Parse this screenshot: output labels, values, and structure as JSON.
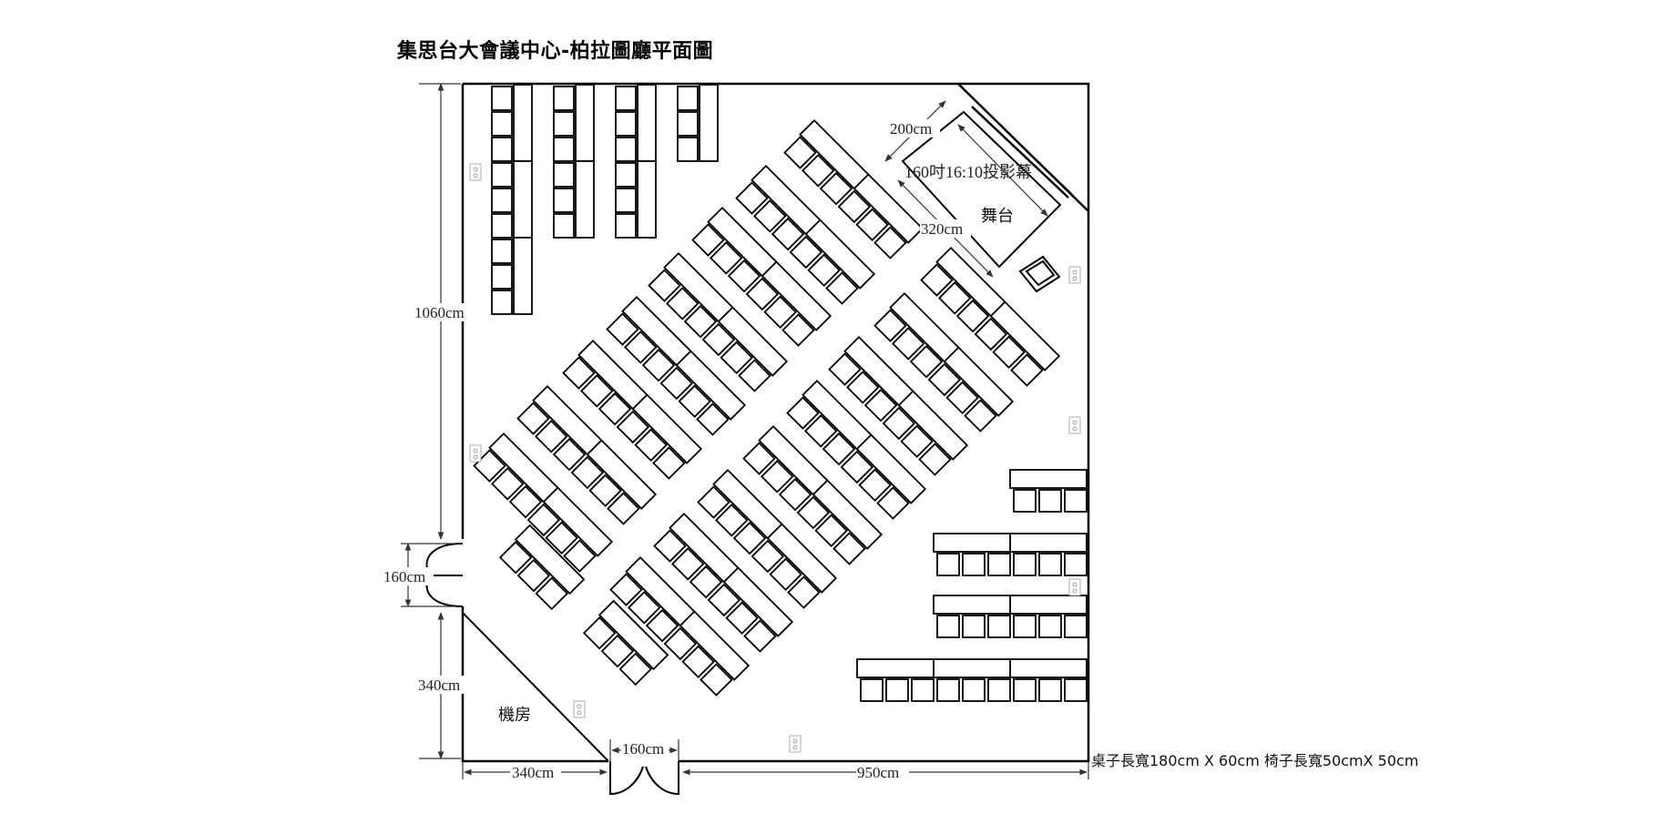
{
  "title": "集思台大會議中心-柏拉圖廳平面圖",
  "note": "桌子長寬180cm X 60cm   椅子長寬50cmX 50cm",
  "dimensions": {
    "left_wall_height": "1060cm",
    "left_door_width": "160cm",
    "left_lower_height": "340cm",
    "bottom_left_width": "340cm",
    "bottom_door_width": "160cm",
    "bottom_right_width": "950cm",
    "stage_depth": "200cm",
    "stage_width": "320cm"
  },
  "labels": {
    "screen": "160吋16:10投影幕",
    "stage": "舞台",
    "machine_room": "機房"
  },
  "colors": {
    "line": "#000000",
    "dim_line": "#333333",
    "text": "#222222",
    "background": "#ffffff"
  },
  "icons": [
    "outlet-icon"
  ]
}
